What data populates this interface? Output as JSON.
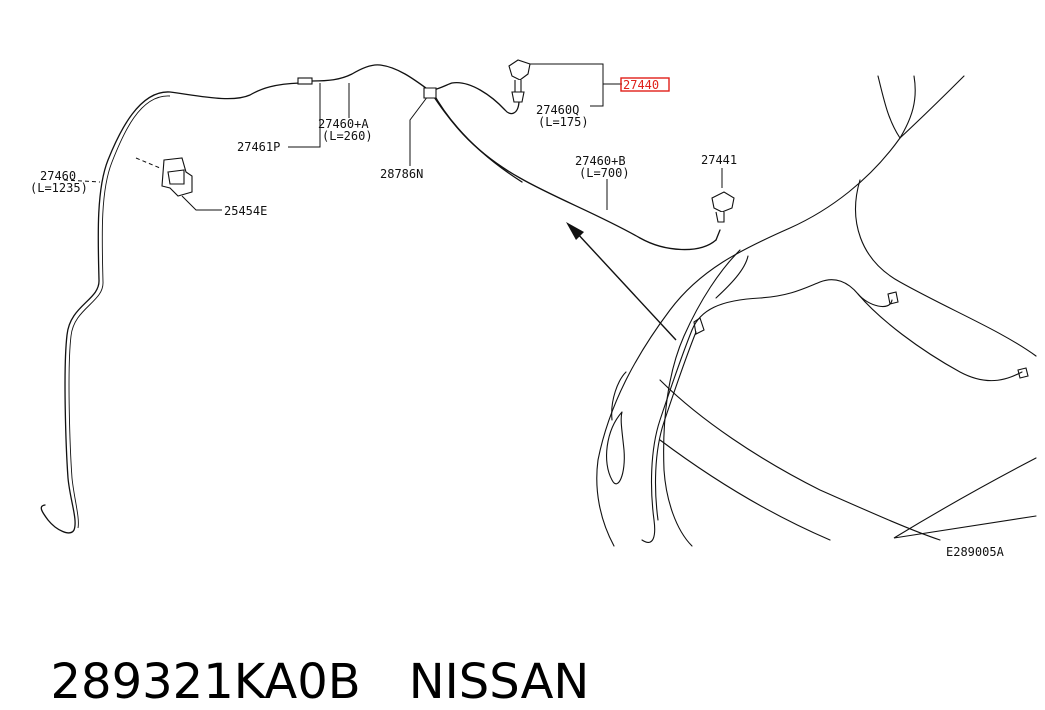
{
  "labels": {
    "p27440": "27440",
    "p27460Q": "27460Q",
    "p27460Q_len": "(L=175)",
    "p27460A": "27460+A",
    "p27460A_len": "(L=260)",
    "p27461P": "27461P",
    "p27460": "27460",
    "p27460_len": "(L=1235)",
    "p28786N": "28786N",
    "p27460B": "27460+B",
    "p27460B_len": "(L=700)",
    "p27441": "27441",
    "p25454E": "25454E",
    "ref": "E289005A"
  },
  "caption": {
    "part_number": "289321KA0B",
    "brand": "NISSAN"
  },
  "colors": {
    "highlight": "#e0201a",
    "line": "#111111"
  }
}
